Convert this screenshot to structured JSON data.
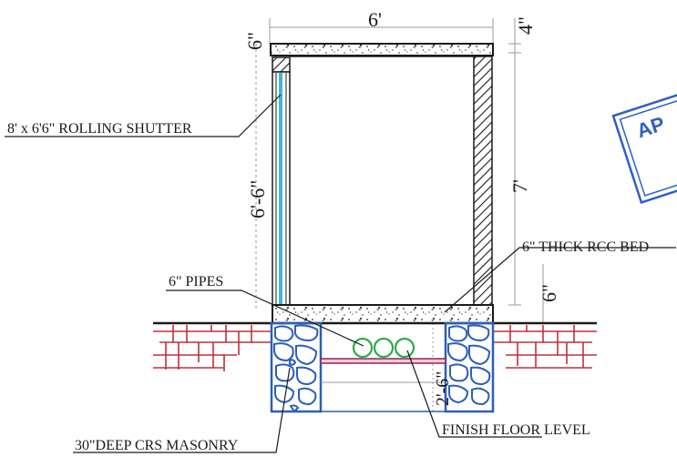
{
  "dimensions": {
    "width": "6'",
    "top_slab": "4\"",
    "top_left": "6\"",
    "shutter_height": "6'-6\"",
    "clear_height": "7'",
    "bed_height": "6\"",
    "below_ground": "2'-6\""
  },
  "labels": {
    "rolling_shutter": "8' x 6'6\" ROLLING SHUTTER",
    "rcc_bed": "6\" THICK RCC BED",
    "pipes": "6\" PIPES",
    "masonry": "30\"DEEP CRS MASONRY",
    "finish_floor": "FINISH FLOOR LEVEL"
  },
  "stamp": {
    "text": "AP"
  },
  "colors": {
    "line": "#1a1a1a",
    "stone": "#2b5fb8",
    "pipe": "#2fa84a",
    "brick": "#c0303a",
    "shutter": "#3fb6e0",
    "floor_band": "#8a2a5a",
    "dimension": "#9a9a9a"
  }
}
